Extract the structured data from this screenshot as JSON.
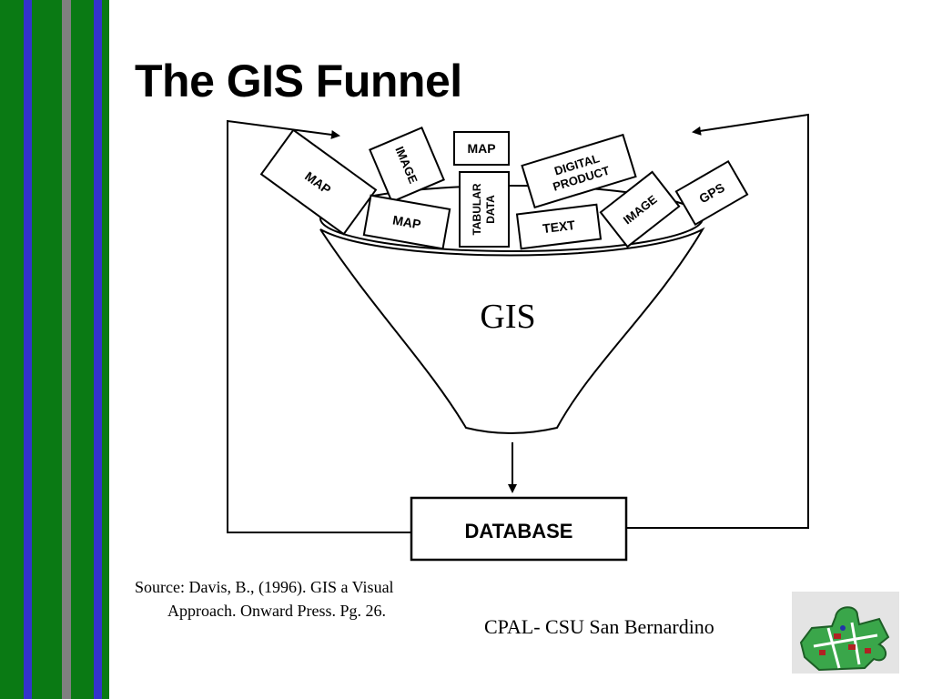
{
  "slide": {
    "title": "The GIS Funnel",
    "stripe_colors": [
      "#0a7a14",
      "#3333cc",
      "#0a7a14",
      "#808080",
      "#0a7a14",
      "#3333cc",
      "#0a7a14"
    ]
  },
  "diagram": {
    "inputs": {
      "map_1": "MAP",
      "image_1": "IMAGE",
      "map_2": "MAP",
      "map_3": "MAP",
      "tabular_line1": "TABULAR",
      "tabular_line2": "DATA",
      "digital_line1": "DIGITAL",
      "digital_line2": "PRODUCT",
      "text": "TEXT",
      "image_2": "IMAGE",
      "gps": "GPS"
    },
    "funnel_label": "GIS",
    "output_label": "DATABASE"
  },
  "source": {
    "line1": "Source: Davis, B., (1996). GIS a Visual",
    "line2": "Approach. Onward Press. Pg. 26."
  },
  "footer": {
    "org": "CPAL- CSU San Bernardino",
    "logo": "puzzle-map-logo"
  }
}
